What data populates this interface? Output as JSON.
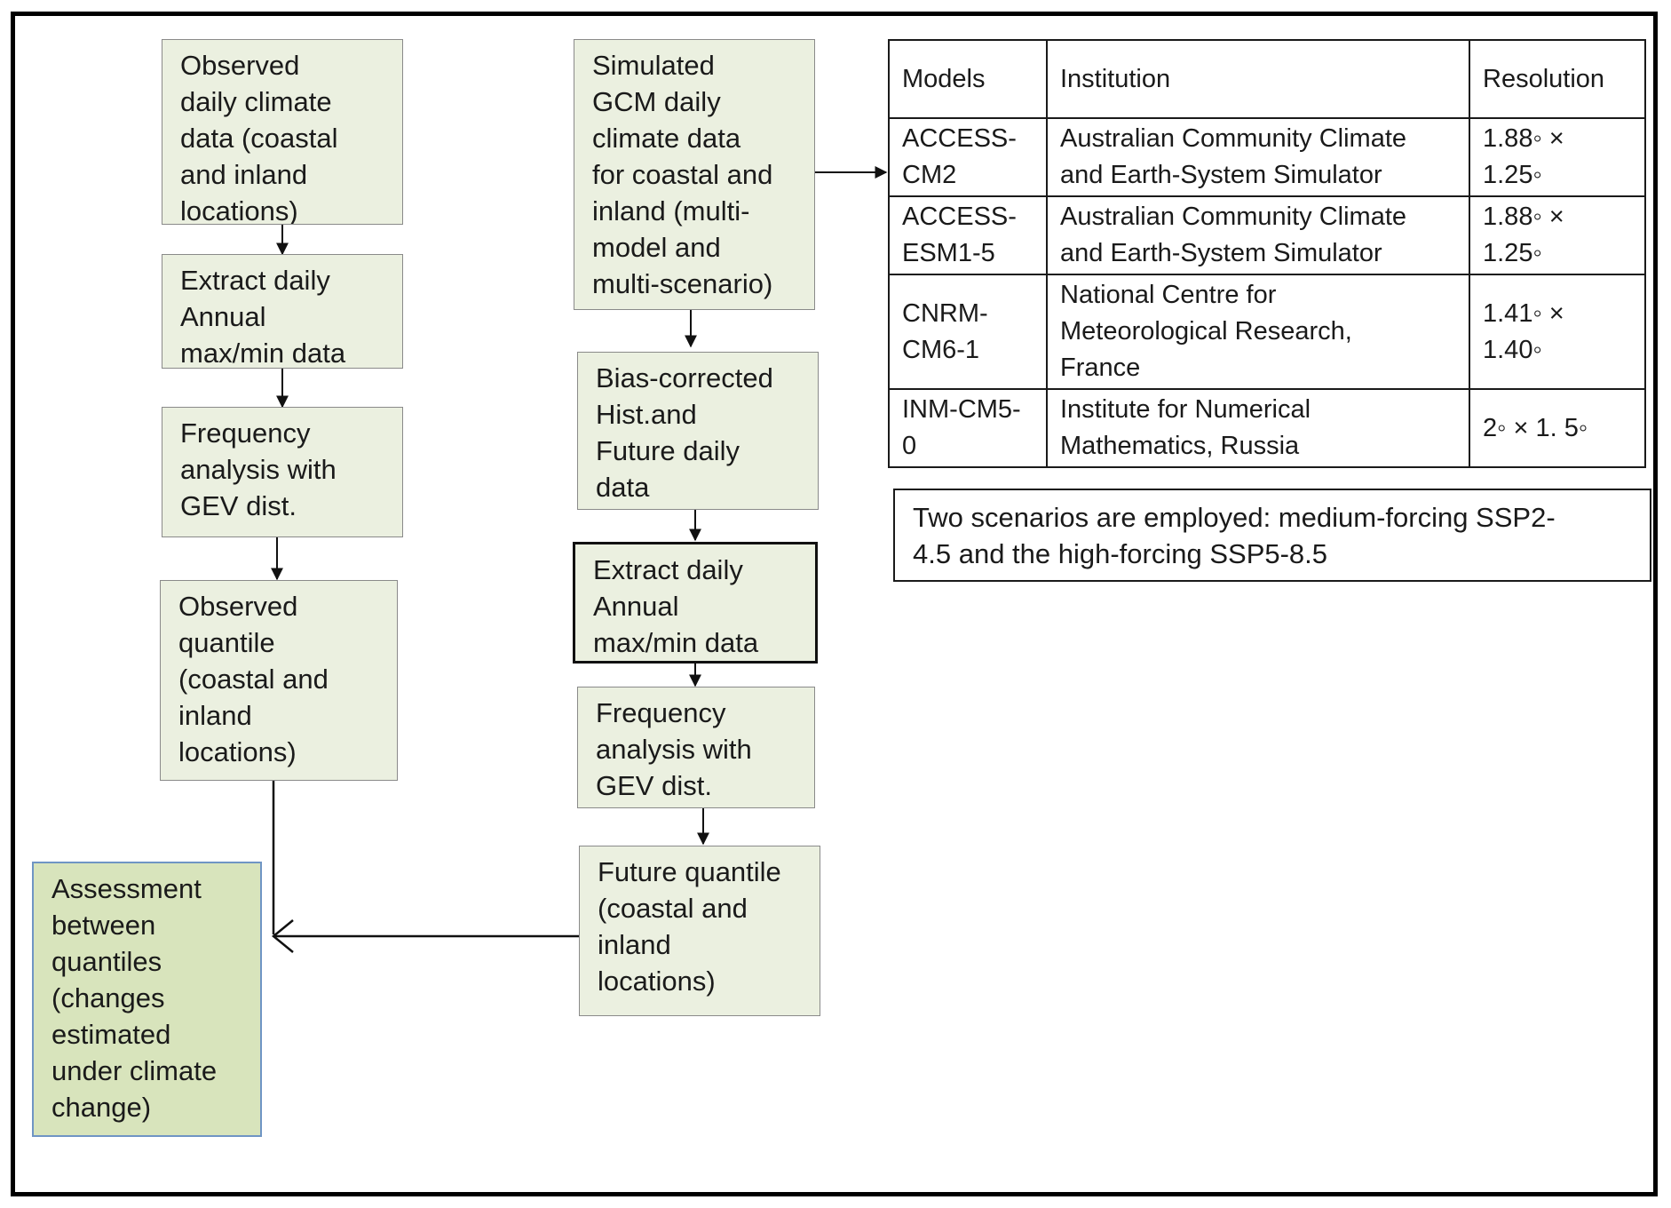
{
  "boxes": {
    "observed_data": "Observed\ndaily climate\ndata (coastal\nand inland\nlocations)",
    "extract_observed": "Extract daily\nAnnual\nmax/min data",
    "frequency_observed": "Frequency\nanalysis with\nGEV dist.",
    "observed_quantile": "Observed\nquantile\n(coastal and\ninland\nlocations)",
    "assessment": "Assessment\nbetween\nquantiles\n(changes\nestimated\nunder climate\nchange)",
    "simulated_gcm": "Simulated\nGCM  daily\nclimate data\nfor coastal and\ninland (multi-\nmodel and\nmulti-scenario)",
    "bias_corrected": "Bias-corrected\nHist.and\nFuture daily\ndata",
    "extract_simulated": "Extract daily\nAnnual\nmax/min data",
    "frequency_simulated": "Frequency\nanalysis with\nGEV dist.",
    "future_quantile": "Future quantile\n(coastal and\ninland\nlocations)"
  },
  "table": {
    "headers": [
      "Models",
      "Institution",
      "Resolution"
    ],
    "rows": [
      [
        "ACCESS-\nCM2",
        "Australian Community Climate\nand Earth-System Simulator",
        "1.88◦ ×\n1.25◦"
      ],
      [
        "ACCESS-\nESM1-5",
        "Australian Community Climate\nand Earth-System Simulator",
        "1.88◦ ×\n1.25◦"
      ],
      [
        "CNRM-\nCM6-1",
        "National Centre for\nMeteorological Research,\nFrance",
        "1.41◦ ×\n1.40◦"
      ],
      [
        "INM-CM5-\n0",
        "Institute for Numerical\nMathematics, Russia",
        "2◦ × 1. 5◦"
      ]
    ]
  },
  "note": "Two scenarios  are employed: medium-forcing SSP2-\n4.5 and the high-forcing SSP5-8.5",
  "colors": {
    "box_fill": "#ebf0e0",
    "assessment_fill": "#d8e4bc",
    "assessment_border": "#6f95c4"
  }
}
